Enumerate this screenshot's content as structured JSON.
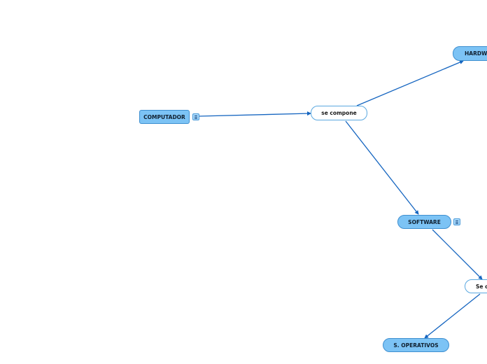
{
  "nodes": {
    "computador": "COMPUTADOR",
    "se_compone": "se compone",
    "hardware": "HARDWARE",
    "software": "SOFTWARE",
    "se_compone_2": "Se compone",
    "s_operativos": "S. OPERATIVOS"
  },
  "colors": {
    "concept_fill": "#7cc3f5",
    "concept_border": "#3f8fd0",
    "phrase_border": "#5aa8e0",
    "connector": "#1565c0"
  },
  "icons": {
    "note": "note-lines-icon"
  }
}
